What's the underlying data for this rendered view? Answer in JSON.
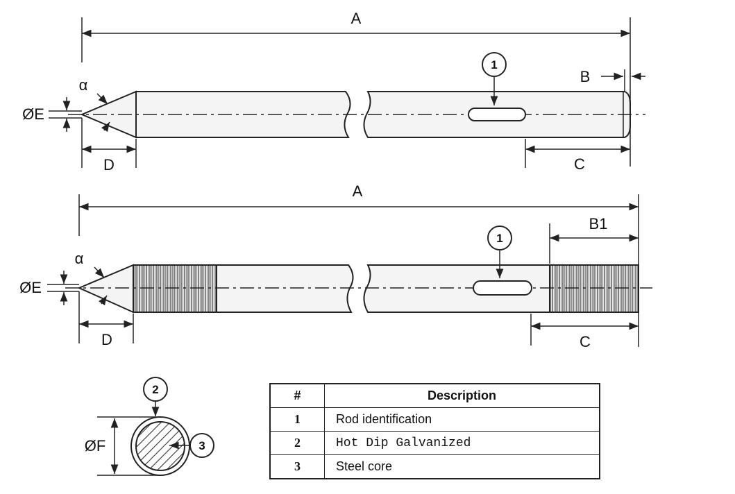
{
  "rod_plain": {
    "dim_length": "A",
    "dim_chamfer": "B",
    "dim_mark_position": "C",
    "dim_tip_length": "D",
    "dim_tip_diameter": "ØE",
    "angle": "α",
    "callout_marker": "1"
  },
  "rod_threaded": {
    "dim_length": "A",
    "dim_thread_length": "B1",
    "dim_mark_position": "C",
    "dim_tip_length": "D",
    "dim_tip_diameter": "ØE",
    "angle": "α",
    "callout_marker": "1"
  },
  "cross_section": {
    "dim_diameter": "ØF",
    "callout_coating": "2",
    "callout_core": "3"
  },
  "legend": {
    "headers": [
      "#",
      "Description"
    ],
    "rows": [
      {
        "num": "1",
        "desc": "Rod identification"
      },
      {
        "num": "2",
        "desc": "Hot Dip Galvanized"
      },
      {
        "num": "3",
        "desc": "Steel core"
      }
    ]
  }
}
